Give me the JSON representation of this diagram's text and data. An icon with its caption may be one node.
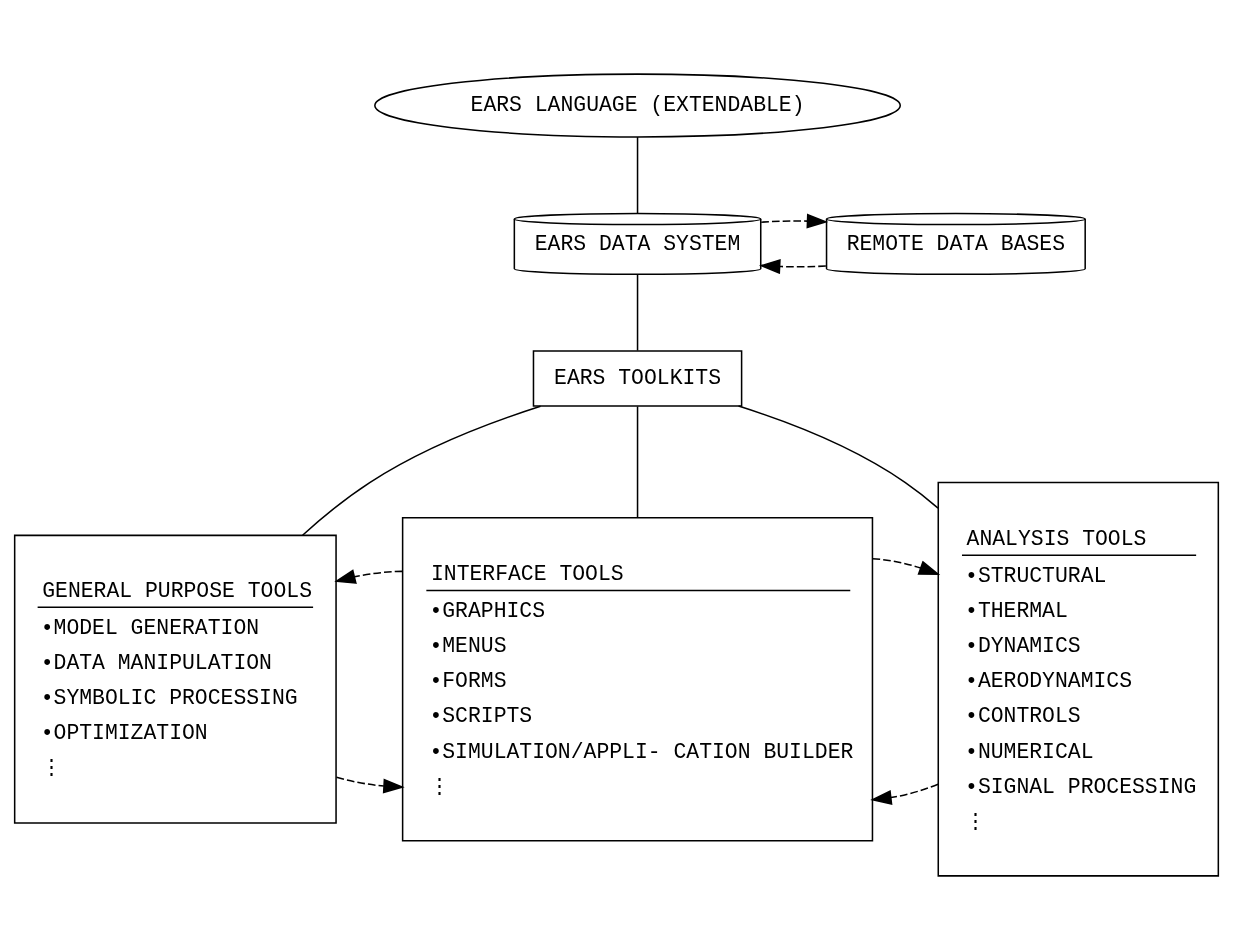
{
  "diagram": {
    "nodes": [
      {
        "text": [
          "EARS LANGUAGE (EXTENDABLE)"
        ]
      },
      {
        "text": [
          "EARS DATA SYSTEM"
        ]
      },
      {
        "text": [
          "REMOTE DATA BASES"
        ]
      },
      {
        "text": [
          "EARS TOOLKITS"
        ]
      },
      {
        "text": [
          "GENERAL PURPOSE TOOLS",
          "•MODEL GENERATION",
          "•DATA MANIPULATION",
          "•SYMBOLIC PROCESSING",
          "•OPTIMIZATION",
          "⋮"
        ]
      },
      {
        "text": [
          "INTERFACE TOOLS",
          "•GRAPHICS",
          "•MENUS",
          "•FORMS",
          "•SCRIPTS",
          "•SIMULATION/APPLI- CATION BUILDER",
          "⋮"
        ]
      },
      {
        "text": [
          "ANALYSIS TOOLS",
          "•STRUCTURAL",
          "•THERMAL",
          "•DYNAMICS",
          "•AERODYNAMICS",
          "•CONTROLS",
          "•NUMERICAL",
          "•SIGNAL PROCESSING",
          "⋮"
        ]
      }
    ],
    "edges": [
      {
        "from": 0,
        "to": 1,
        "arrow": "none"
      },
      {
        "from": 2,
        "to": 1,
        "arrow": "to",
        "style": "dashed"
      },
      {
        "from": 1,
        "to": 2,
        "arrow": "to",
        "style": "dashed"
      },
      {
        "from": 1,
        "to": 3,
        "arrow": "none"
      },
      {
        "from": 3,
        "to": 4,
        "arrow": "none"
      },
      {
        "from": 3,
        "to": 5,
        "arrow": "none"
      },
      {
        "from": 3,
        "to": 6,
        "arrow": "none"
      },
      {
        "from": 4,
        "to": 5,
        "arrow": "to",
        "style": "dashed"
      },
      {
        "from": 5,
        "to": 4,
        "arrow": "to",
        "style": "dashed"
      },
      {
        "from": 6,
        "to": 5,
        "arrow": "to",
        "style": "dashed"
      },
      {
        "from": 5,
        "to": 6,
        "arrow": "to",
        "style": "dashed"
      }
    ]
  }
}
